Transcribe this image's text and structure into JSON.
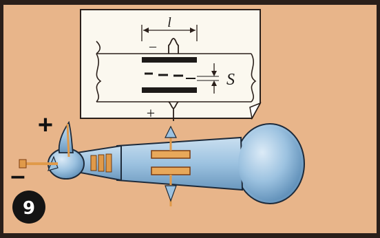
{
  "figure": {
    "number": "9",
    "colors": {
      "background": "#e8b58a",
      "frame": "#2a1f1a",
      "glass": "#9cc2e0",
      "glass_dark": "#5f8fb8",
      "plate": "#e09a4a",
      "inset_paper": "#fbf8ef"
    },
    "terminals": {
      "plus_sign": "+",
      "minus_sign": "–"
    },
    "inset": {
      "length_label": "l",
      "minus_label": "–",
      "gap_label": "S",
      "plus_label": "+"
    }
  }
}
